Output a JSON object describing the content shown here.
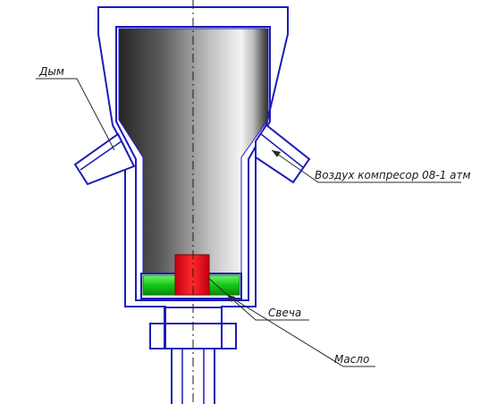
{
  "labels": {
    "smoke": "Дым",
    "air": "Воздух компресор 08-1 атм",
    "plug": "Свеча",
    "oil": "Масло"
  },
  "colors": {
    "outline": "#1c1cb8",
    "chamber_dark": "#1e1e1e",
    "chamber_light": "#f2f2f2",
    "plug": "#e0121e",
    "ring": "#17c81c",
    "leader": "#2a2a2a"
  }
}
